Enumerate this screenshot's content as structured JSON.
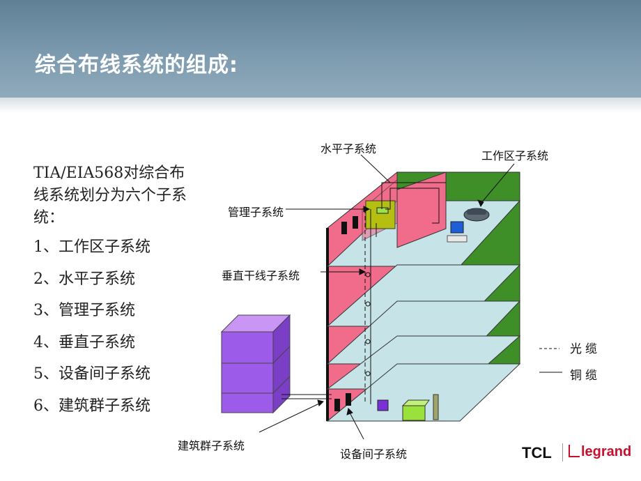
{
  "slide": {
    "title": "综合布线系统的组成:",
    "intro": "TIA/EIA568对综合布线系统划分为六个子系统：",
    "items": [
      "1、工作区子系统",
      "2、水平子系统",
      "3、管理子系统",
      "4、垂直子系统",
      "5、设备间子系统",
      "6、建筑群子系统"
    ]
  },
  "diagram": {
    "labels": {
      "horizontal": "水平子系统",
      "work_area": "工作区子系统",
      "admin": "管理子系统",
      "backbone": "垂直干线子系统",
      "campus": "建筑群子系统",
      "equipment_room": "设备间子系统"
    },
    "legend": {
      "fiber": "光缆",
      "copper": "铜缆"
    },
    "colors": {
      "floor": "#c6e3e8",
      "back_wall": "#3f8f28",
      "left_wall": "#f06c8a",
      "admin_box": "#b4bf12",
      "campus_building": "#9d5bea"
    }
  },
  "branding": {
    "logo1": "TCL",
    "logo2": "legrand"
  }
}
